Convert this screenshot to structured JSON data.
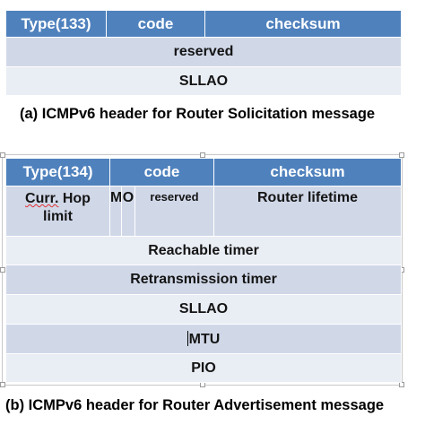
{
  "rs_header": {
    "type": "Type(133)",
    "code": "code",
    "checksum": "checksum",
    "reserved": "reserved",
    "sllao": "SLLAO"
  },
  "caption_a": "(a) ICMPv6 header for Router Solicitation message",
  "ra_header": {
    "type": "Type(134)",
    "code": "code",
    "checksum": "checksum",
    "curr_hop_limit_word1": "Curr.",
    "curr_hop_limit_rest": " Hop",
    "curr_hop_limit_line2": "limit",
    "m_flag": "M",
    "o_flag": "O",
    "reserved": "reserved",
    "router_lifetime": "Router lifetime",
    "reachable_timer": "Reachable timer",
    "retransmission_timer": "Retransmission timer",
    "sllao": "SLLAO",
    "mtu": "MTU",
    "pio": "PIO"
  },
  "caption_b": "(b) ICMPv6 header for Router Advertisement message"
}
